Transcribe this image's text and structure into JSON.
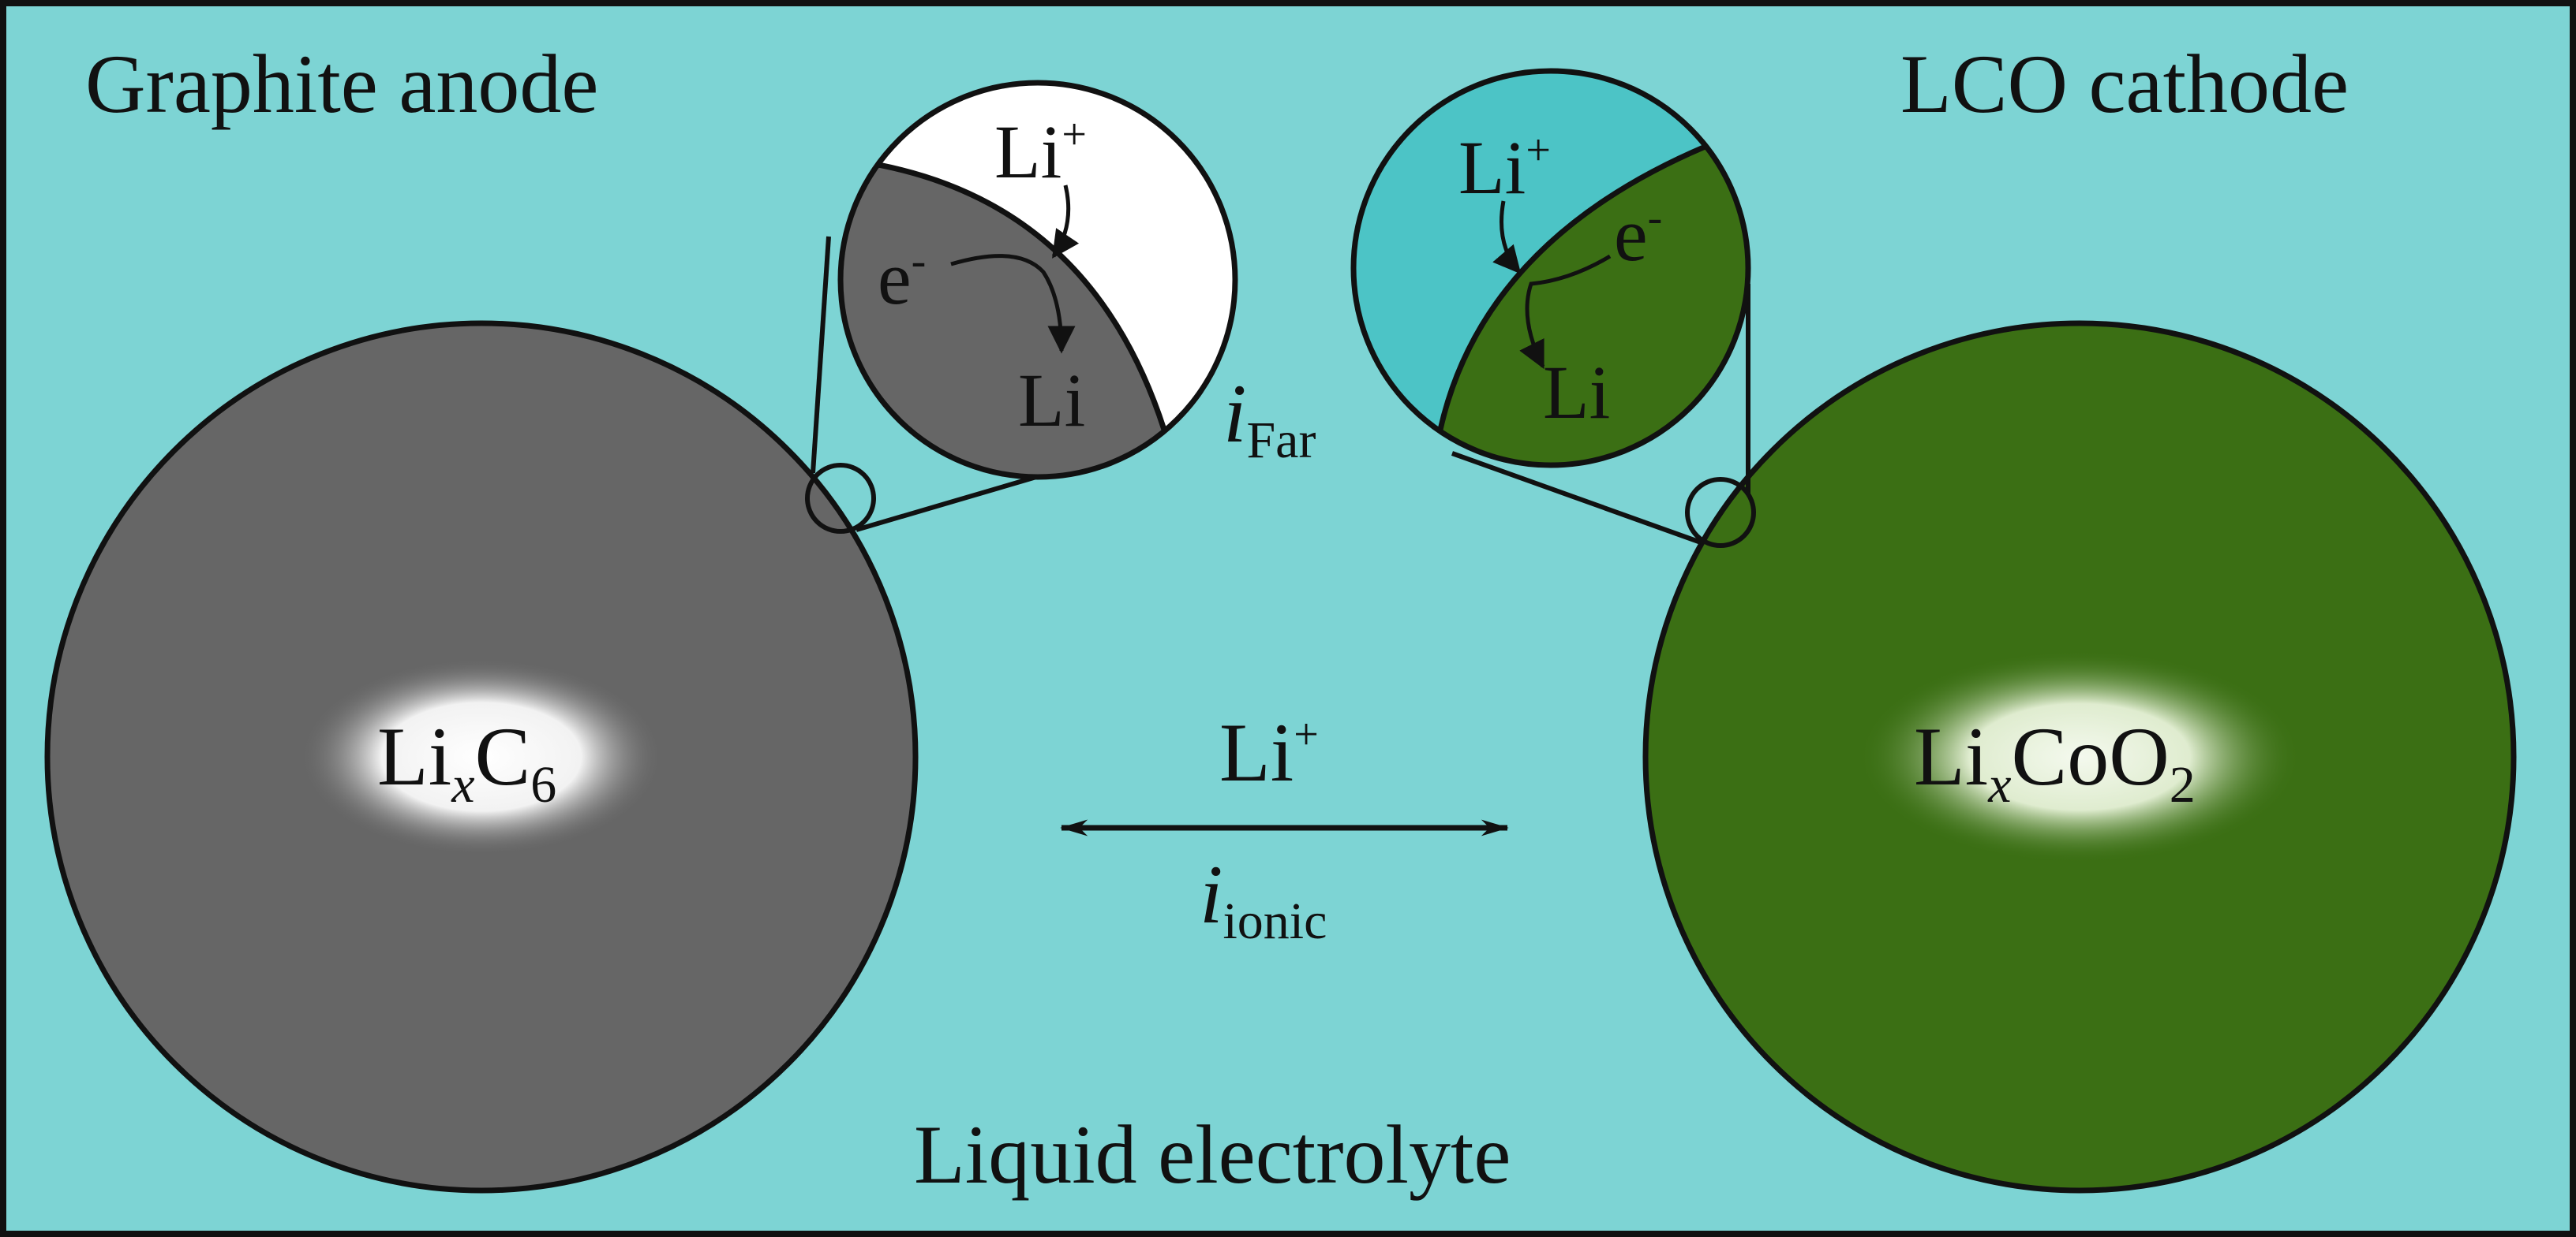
{
  "labels": {
    "anode_title": "Graphite anode",
    "cathode_title": "LCO cathode",
    "electrolyte": "Liquid electrolyte"
  },
  "anode": {
    "formula_base": "Li",
    "formula_x": "x",
    "formula_rest": "C",
    "formula_sub": "6"
  },
  "cathode": {
    "formula_base": "Li",
    "formula_x": "x",
    "formula_rest": "CoO",
    "formula_sub": "2"
  },
  "transport": {
    "ion": "Li",
    "ion_charge": "+",
    "current_symbol": "i",
    "current_sub": "ionic"
  },
  "faradaic": {
    "symbol": "i",
    "sub": "Far"
  },
  "anode_zoom": {
    "ion": "Li",
    "ion_charge": "+",
    "electron": "e",
    "electron_charge": "-",
    "product": "Li"
  },
  "cathode_zoom": {
    "ion": "Li",
    "ion_charge": "+",
    "electron": "e",
    "electron_charge": "-",
    "product": "Li"
  },
  "colors": {
    "electrolyte": "#7dd4d4",
    "electrolyte_zoom": "#4cc4c6",
    "anode": "#666666",
    "cathode": "#3b6f14",
    "outline": "#111111"
  }
}
